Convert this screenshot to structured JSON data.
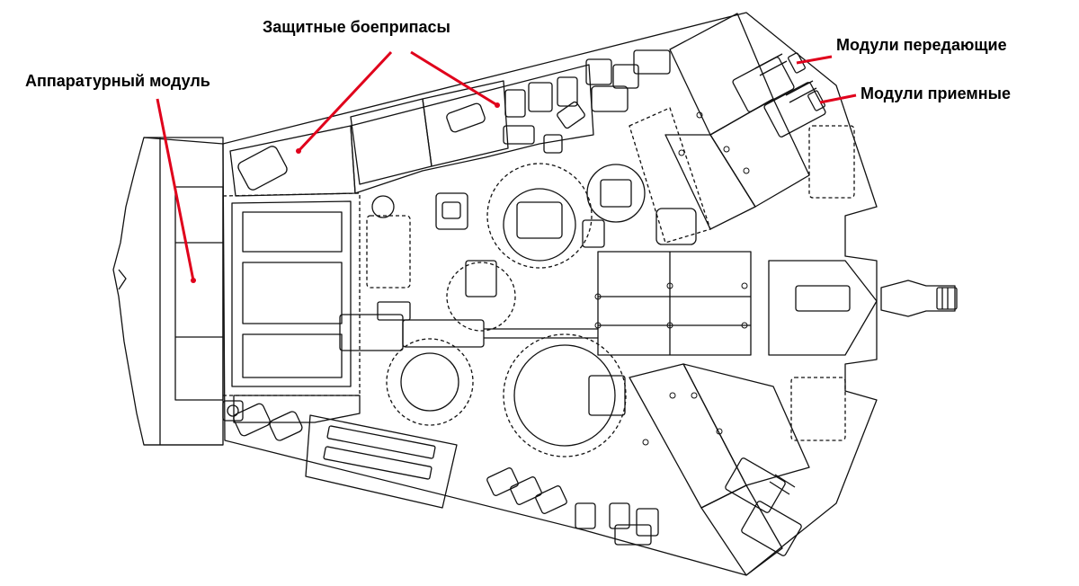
{
  "labels": {
    "hardware_module": "Аппаратурный модуль",
    "protective_munitions": "Защитные боеприпасы",
    "transmitting_modules": "Модули передающие",
    "receiving_modules": "Модули приемные"
  },
  "colors": {
    "leader": "#e0001b",
    "line": "#111111",
    "dashed": "#555555",
    "fill": "#ffffff"
  }
}
